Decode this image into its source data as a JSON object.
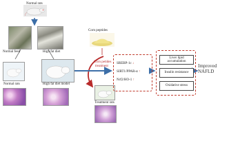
{
  "labels": {
    "normal_rats_top": "Normal rats",
    "normal_feed": "Normal feed",
    "high_fat_diet": "High fat diet",
    "corn_peptides": "Corn peptides",
    "corn_peptides_treatment_line1": "Corn petides",
    "corn_peptides_treatment_line2": "treatment",
    "normal_rats_bottom": "Normal rats",
    "high_fat_diet_model": "High fat diet model",
    "treatment_rats": "Treatment rats"
  },
  "pathways": [
    {
      "text": "SREBP-1c",
      "marker": "↓"
    },
    {
      "text": "SIRT1/PPAR-α",
      "marker": "↑"
    },
    {
      "text": "Nrf2/HO-1",
      "marker": "↑"
    }
  ],
  "effects": [
    "Liver lipid accumulation",
    "Insulin resistance",
    "Oxidative stress"
  ],
  "outcome": {
    "line1": "Improved",
    "line2": "NAFLD"
  },
  "colors": {
    "dashed_border": "#c0392b",
    "arrow": "#3d6fa8",
    "curved_arrow": "#b82a2a",
    "up": "#c0392b",
    "down": "#c0392b"
  }
}
